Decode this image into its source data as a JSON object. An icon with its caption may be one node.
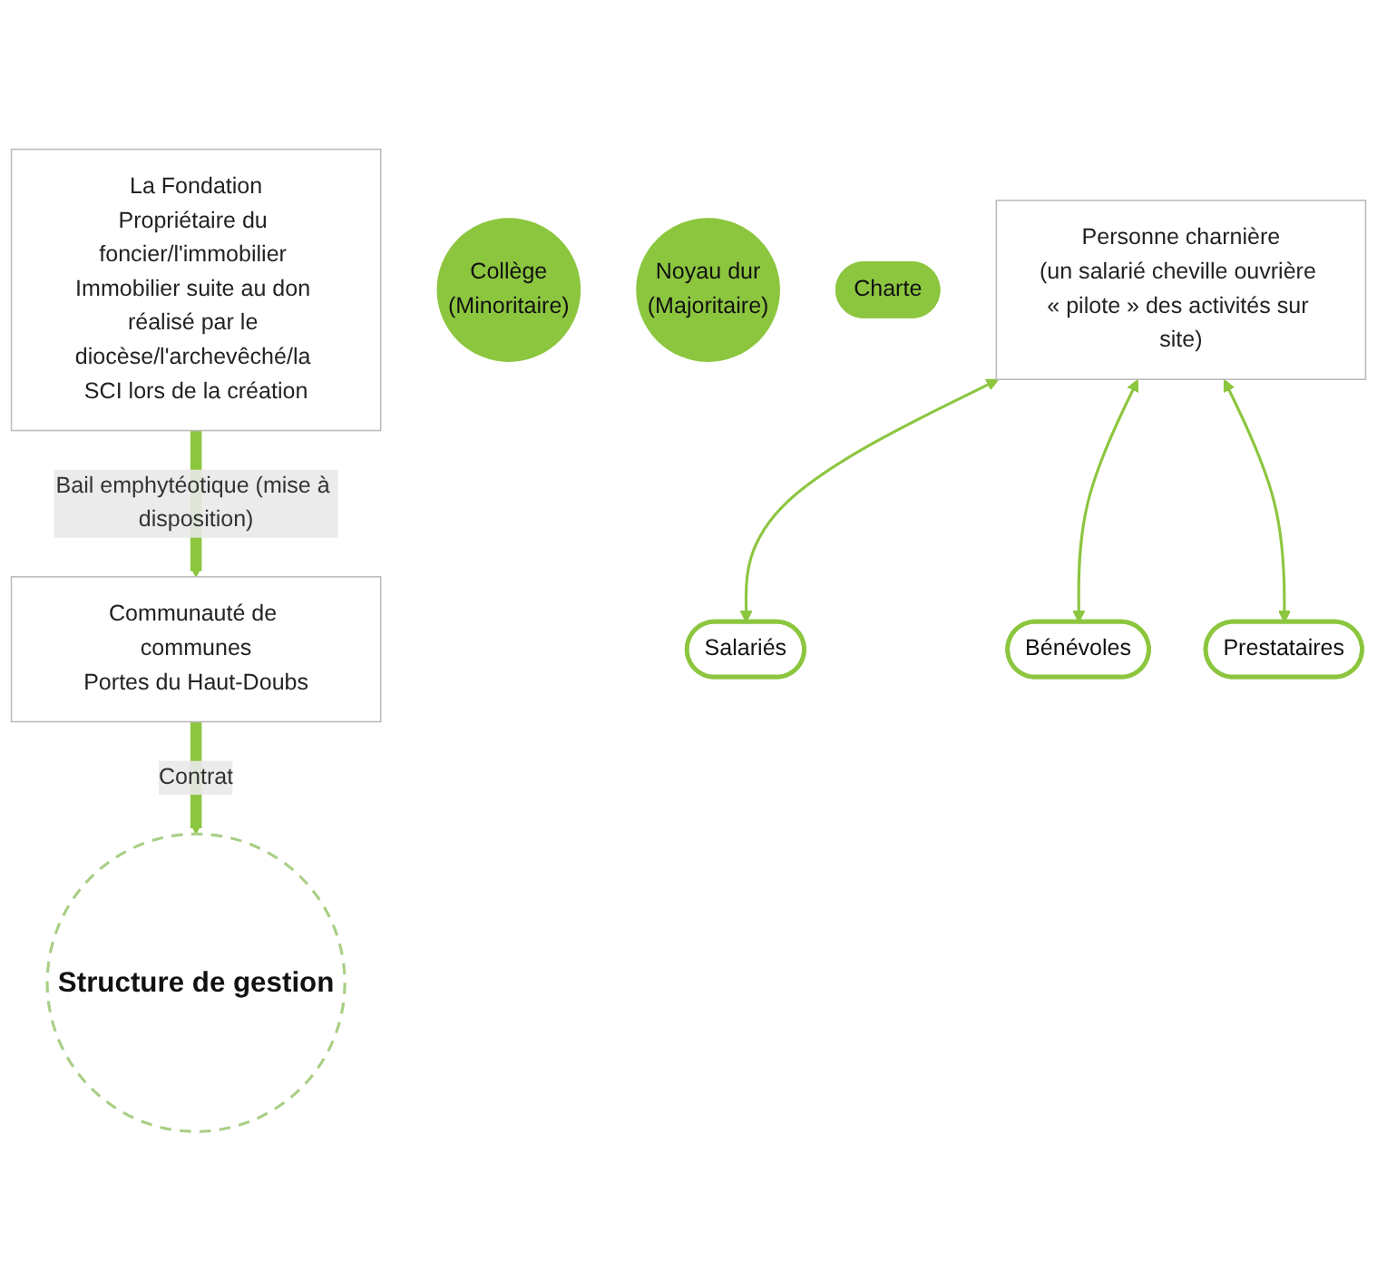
{
  "diagram": {
    "nodes": [
      {
        "text": [
          "La Fondation",
          "Propriétaire du foncier/l'immobilier Immobilier suite au don réalisé par le diocèse/l'archevêché/la SCI lors de la création"
        ]
      },
      {
        "text": [
          "Communauté de communes",
          "Portes du Haut-Doubs"
        ]
      },
      {
        "text": [
          "Structure de gestion"
        ]
      },
      {
        "text": [
          "Collège",
          "(Minoritaire)"
        ]
      },
      {
        "text": [
          "Noyau dur",
          "(Majoritaire)"
        ]
      },
      {
        "text": [
          "Charte"
        ]
      },
      {
        "text": [
          "Personne charnière",
          "(un salarié cheville ouvrière « pilote » des activités sur site)"
        ]
      },
      {
        "text": [
          "Salariés"
        ]
      },
      {
        "text": [
          "Bénévoles"
        ]
      },
      {
        "text": [
          "Prestataires"
        ]
      }
    ],
    "edges": [
      {
        "from": 0,
        "to": 1,
        "arrow": "to",
        "label": "Bail emphytéotique (mise à disposition)",
        "style": "thick"
      },
      {
        "from": 1,
        "to": 2,
        "arrow": "to",
        "label": "Contrat",
        "style": "thick"
      },
      {
        "from": 6,
        "to": 7,
        "arrow": "both"
      },
      {
        "from": 6,
        "to": 8,
        "arrow": "both"
      },
      {
        "from": 6,
        "to": 9,
        "arrow": "both"
      }
    ]
  }
}
